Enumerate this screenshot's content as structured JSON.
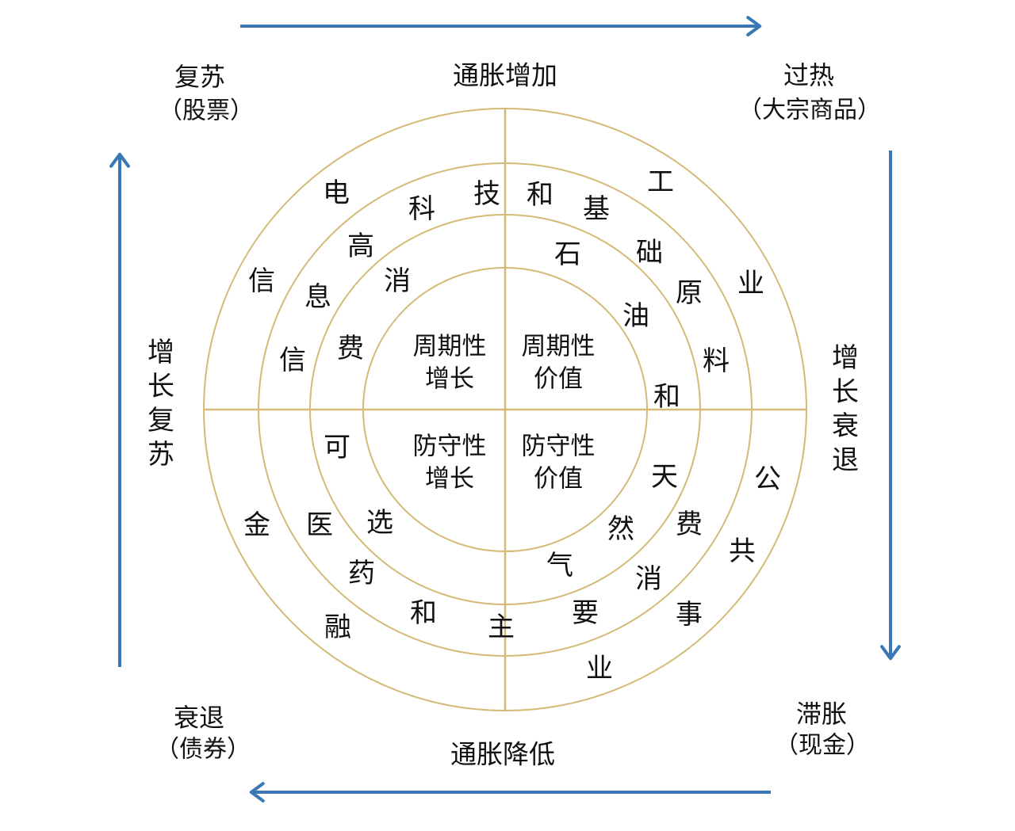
{
  "diagram": {
    "type": "investment-clock",
    "colors": {
      "background": "#FFFFFF",
      "ring": "#D3BB77",
      "arrow": "#3A78B5",
      "ink": "#111111"
    },
    "corners": {
      "top_left": [
        "复苏",
        "（股票）"
      ],
      "top_right": [
        "过热",
        "（大宗商品）"
      ],
      "bottom_left": [
        "衰退",
        "（债券）"
      ],
      "bottom_right": [
        "滞胀",
        "（现金）"
      ]
    },
    "edges": {
      "top": "通胀增加",
      "bottom": "通胀降低",
      "left": "增长复苏",
      "right": "增长衰退"
    },
    "quadrants": {
      "top_left": [
        "周期性",
        "增长"
      ],
      "top_right": [
        "周期性",
        "价值"
      ],
      "bottom_left": [
        "防守性",
        "增长"
      ],
      "bottom_right": [
        "防守性",
        "价值"
      ]
    },
    "rings": {
      "outer": [
        "电",
        "信",
        "工",
        "业",
        "公",
        "共",
        "事",
        "业",
        "金",
        "融"
      ],
      "middle": [
        "信",
        "息",
        "高",
        "科",
        "技",
        "和",
        "基",
        "础",
        "原",
        "料",
        "医",
        "药",
        "和",
        "主",
        "要",
        "消",
        "费"
      ],
      "inner": [
        "消",
        "费",
        "可",
        "选",
        "石",
        "油",
        "和",
        "天",
        "然",
        "气"
      ]
    },
    "sectors": {
      "outer_ring": [
        "电信",
        "工业",
        "公共事业",
        "金融"
      ],
      "middle_ring": [
        "信息高科技和基础原料",
        "医药和主要消费"
      ],
      "inner_ring": [
        "消费可选",
        "石油和天然气"
      ]
    }
  }
}
